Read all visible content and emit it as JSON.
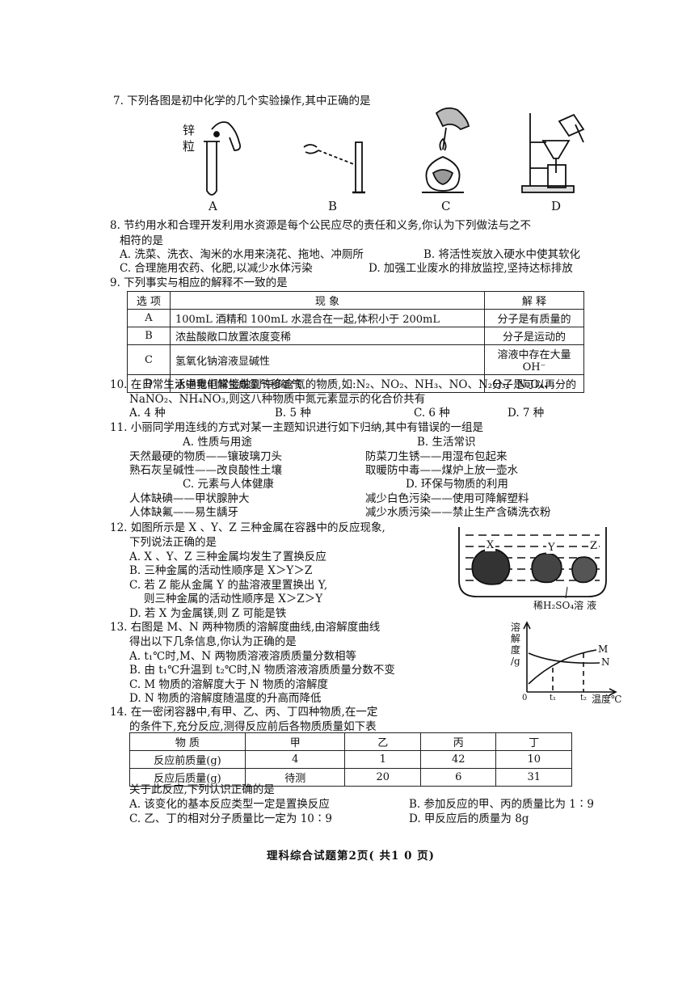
{
  "q7": {
    "stem": "7. 下列各图是初中化学的几个实验操作,其中正确的是",
    "label_zinc": "锌\n粒",
    "label_zinc_1": "锌",
    "label_zinc_2": "粒",
    "options": [
      "A",
      "B",
      "C",
      "D"
    ]
  },
  "q8": {
    "stem_1": "8. 节约用水和合理开发利用水资源是每个公民应尽的责任和义务,你认为下列做法与之不",
    "stem_2": "相符的是",
    "a": "A. 洗菜、洗衣、淘米的水用来浇花、拖地、冲厕所",
    "b": "B. 将活性炭放入硬水中使其软化",
    "c": "C. 合理施用农药、化肥,以减少水体污染",
    "d": "D. 加强工业废水的排放监控,坚持达标排放"
  },
  "q9": {
    "stem": "9. 下列事实与相应的解释不一致的是",
    "headers": [
      "选 项",
      "现 象",
      "解 释"
    ],
    "rows": [
      [
        "A",
        "100mL 酒精和 100mL 水混合在一起,体积小于 200mL",
        "分子是有质量的"
      ],
      [
        "B",
        "浓盐酸敞口放置浓度变稀",
        "分子是运动的"
      ],
      [
        "C",
        "氢氧化钠溶液显碱性",
        "溶液中存在大量 OH⁻"
      ],
      [
        "D",
        "水通电电解生成氢气和氧气",
        "分子是可以再分的"
      ]
    ]
  },
  "q10": {
    "stem_1": "10. 在日常生活中我们常接触到许多含氮的物质,如:N₂、NO₂、NH₃、NO、N₂O₃、N₂O₄、",
    "stem_2": "NaNO₂、NH₄NO₃,则这八种物质中氮元素显示的化合价共有",
    "a": "A. 4 种",
    "b": "B. 5 种",
    "c": "C. 6 种",
    "d": "D. 7 种"
  },
  "q11": {
    "stem": "11. 小丽同学用连线的方式对某一主题知识进行如下归纳,其中有错误的一组是",
    "a_title": "A. 性质与用途",
    "a_1": "天然最硬的物质——镶玻璃刀头",
    "a_2": "熟石灰呈碱性——改良酸性土壤",
    "b_title": "B. 生活常识",
    "b_1": "防菜刀生锈——用湿布包起来",
    "b_2": "取暖防中毒——煤炉上放一壶水",
    "c_title": "C. 元素与人体健康",
    "c_1": "人体缺碘——甲状腺肿大",
    "c_2": "人体缺氟——易生龋牙",
    "d_title": "D. 环保与物质的利用",
    "d_1": "减少白色污染——使用可降解塑料",
    "d_2": "减少水质污染——禁止生产含磷洗衣粉"
  },
  "q12": {
    "stem_1": "12. 如图所示是 X 、Y、Z 三种金属在容器中的反应现象,",
    "stem_2": "下列说法正确的是",
    "a": "A. X 、Y、Z 三种金属均发生了置换反应",
    "b": "B. 三种金属的活动性顺序是 X＞Y＞Z",
    "c_1": "C. 若 Z 能从金属 Y 的盐溶液里置换出 Y,",
    "c_2": "则三种金属的活动性顺序是 X＞Z＞Y",
    "d": "D. 若 X 为金属镁,则 Z 可能是铁",
    "fig_x": "X",
    "fig_y": "Y",
    "fig_z": "Z",
    "fig_caption": "稀H₂SO₄溶 液"
  },
  "q13": {
    "stem_1": "13. 右图是 M、N 两种物质的溶解度曲线,由溶解度曲线",
    "stem_2": "得出以下几条信息,你认为正确的是",
    "a": "A. t₁℃时,M、N 两物质溶液溶质质量分数相等",
    "b": "B. 由 t₁℃升温到 t₂℃时,N 物质溶液溶质质量分数不变",
    "c": "C. M 物质的溶解度大于 N 物质的溶解度",
    "d": "D. N 物质的溶解度随温度的升高而降低",
    "ylabel_1": "溶",
    "ylabel_2": "解",
    "ylabel_3": "度",
    "ylabel_4": "/g",
    "xlabel": "温度℃",
    "curve_m": "M",
    "curve_n": "N",
    "origin": "0",
    "t1": "t₁",
    "t2": "t₂"
  },
  "q14": {
    "stem_1": "14. 在一密闭容器中,有甲、乙、丙、丁四种物质,在一定",
    "stem_2": "的条件下,充分反应,测得反应前后各物质质量如下表",
    "headers": [
      "物 质",
      "甲",
      "乙",
      "丙",
      "丁"
    ],
    "rows": [
      [
        "反应前质量(g)",
        "4",
        "1",
        "42",
        "10"
      ],
      [
        "反应后质量(g)",
        "待测",
        "20",
        "6",
        "31"
      ]
    ],
    "lead": "关于此反应,下列认识正确的是",
    "a": "A. 该变化的基本反应类型一定是置换反应",
    "b": "B. 参加反应的甲、丙的质量比为 1∶9",
    "c": "C. 乙、丁的相对分子质量比一定为 10∶9",
    "d": "D. 甲反应后的质量为 8g"
  },
  "footer": "理科综合试题第2页( 共1 0 页)"
}
